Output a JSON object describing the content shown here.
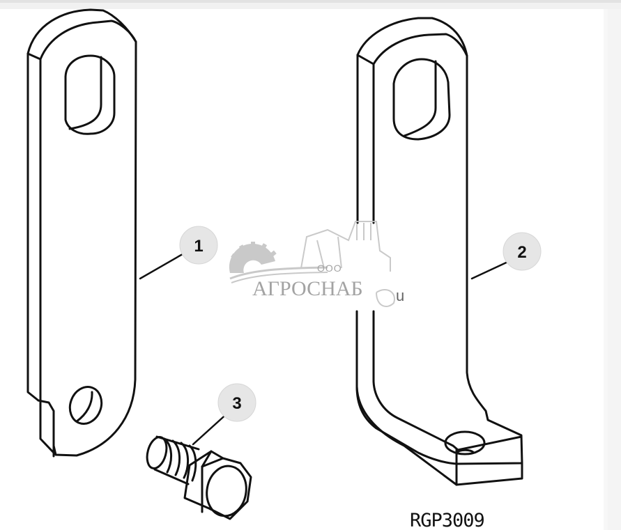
{
  "figure": {
    "label": "RGP3009",
    "callouts": [
      {
        "number": "1",
        "part": "straight-link"
      },
      {
        "number": "2",
        "part": "offset-bracket"
      },
      {
        "number": "3",
        "part": "hex-bolt"
      }
    ]
  },
  "watermark": {
    "company_prefix": "ООО",
    "company_name": "АГРОСНАБ",
    "suffix": "u"
  },
  "colors": {
    "line": "#111111",
    "callout_fill": "#e6e6e6",
    "watermark": "#9a9a9a",
    "background": "#ffffff",
    "frame": "#f4f4f4"
  }
}
